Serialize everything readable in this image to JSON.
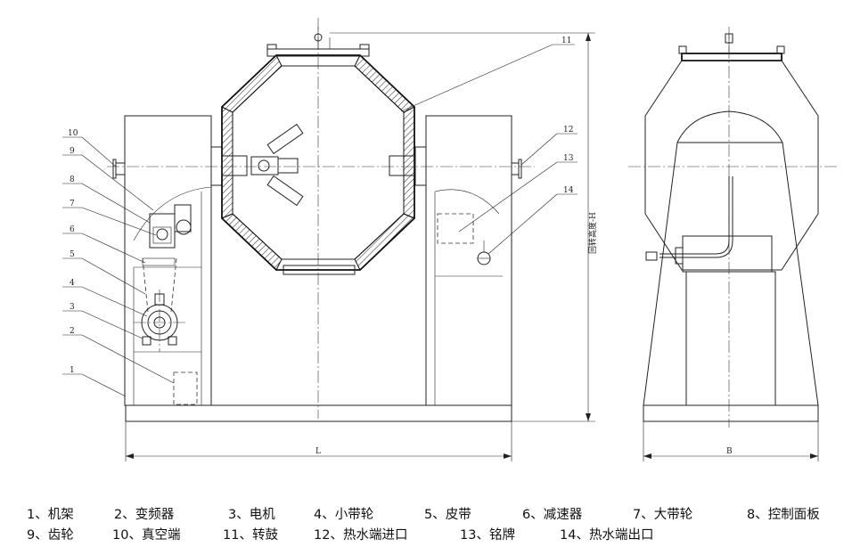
{
  "callouts": [
    "1",
    "2",
    "3",
    "4",
    "5",
    "6",
    "7",
    "8",
    "9",
    "10",
    "11",
    "12",
    "13",
    "14"
  ],
  "dimensions": {
    "length": "L",
    "width": "B",
    "height": "回转高度-H"
  },
  "legend": {
    "row1": [
      "1、机架",
      "2、变频器",
      "3、电机",
      "4、小带轮",
      "5、皮带",
      "6、减速器",
      "7、大带轮",
      "8、控制面板"
    ],
    "row2": [
      "9、齿轮",
      "10、真空端",
      "11、转鼓",
      "12、热水端进口",
      "13、铭牌",
      "14、热水端出口"
    ]
  }
}
